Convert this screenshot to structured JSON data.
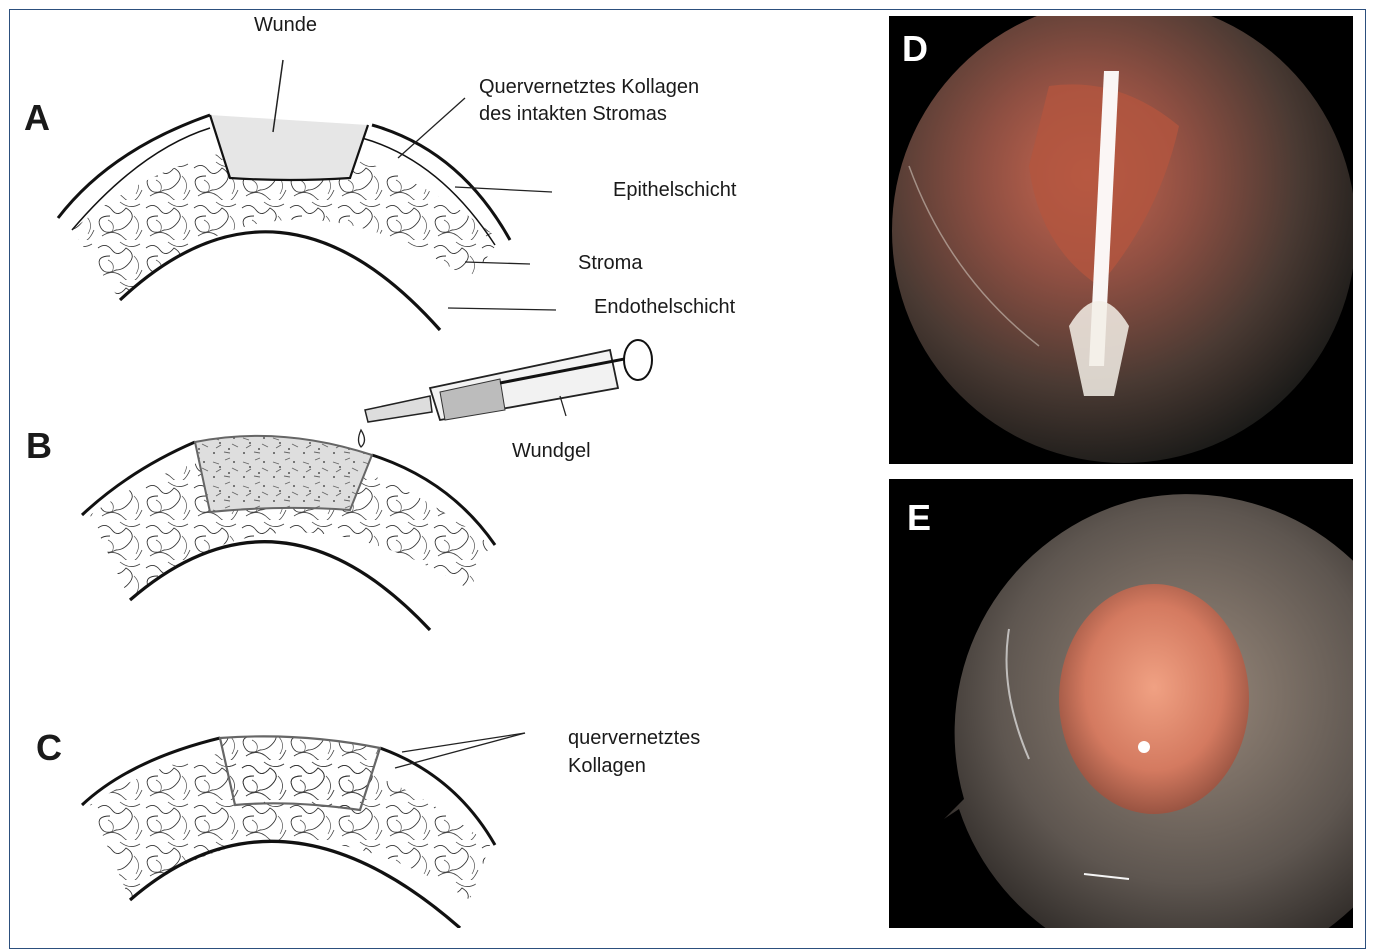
{
  "panels": {
    "a": {
      "letter": "A"
    },
    "b": {
      "letter": "B"
    },
    "c": {
      "letter": "C"
    },
    "d": {
      "letter": "D"
    },
    "e": {
      "letter": "E"
    }
  },
  "labels": {
    "wound": "Wunde",
    "crosslinked_line1": "Quervernetztes Kollagen",
    "crosslinked_line2": "des intakten Stromas",
    "epithelium": "Epithelschicht",
    "stroma": "Stroma",
    "endothelium": "Endothelschicht",
    "wound_gel": "Wundgel",
    "crosslinked_c_line1": "quervernetztes",
    "crosslinked_c_line2": "Kollagen"
  },
  "colors": {
    "frame": "#2c4f7d",
    "ink": "#1a1a1a",
    "photo_background": "#000000"
  }
}
